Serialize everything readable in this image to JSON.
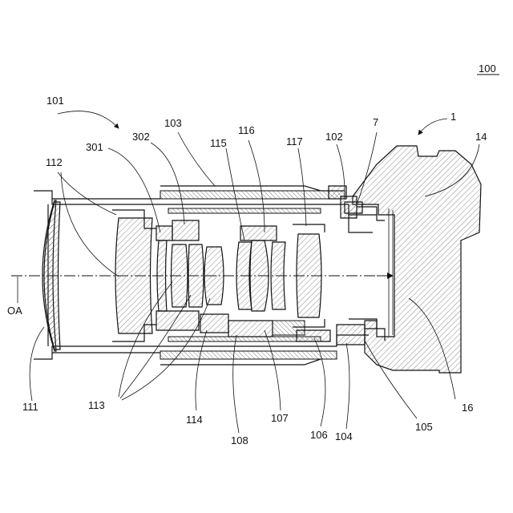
{
  "figure": {
    "number": "100",
    "labels": {
      "l1": "1",
      "l7": "7",
      "l14": "14",
      "l16": "16",
      "l100": "100",
      "l101": "101",
      "l102": "102",
      "l103": "103",
      "l104": "104",
      "l105": "105",
      "l106": "106",
      "l107": "107",
      "l108": "108",
      "l111": "111",
      "l112": "112",
      "l113": "113",
      "l114": "114",
      "l115": "115",
      "l116": "116",
      "l117": "117",
      "l301": "301",
      "l302": "302",
      "oa": "OA"
    }
  }
}
